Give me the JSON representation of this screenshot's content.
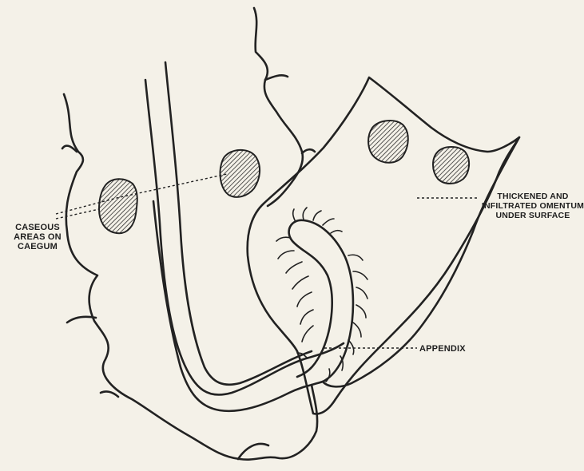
{
  "labels": {
    "caseous": [
      "CASEOUS",
      "AREAS ON",
      "CAEGUM"
    ],
    "omentum": [
      "THICKENED AND",
      "INFILTRATED OMENTUM",
      "UNDER SURFACE"
    ],
    "appendix": "APPENDIX"
  },
  "colors": {
    "paper": "#f4f1e8",
    "ink": "#222222"
  }
}
